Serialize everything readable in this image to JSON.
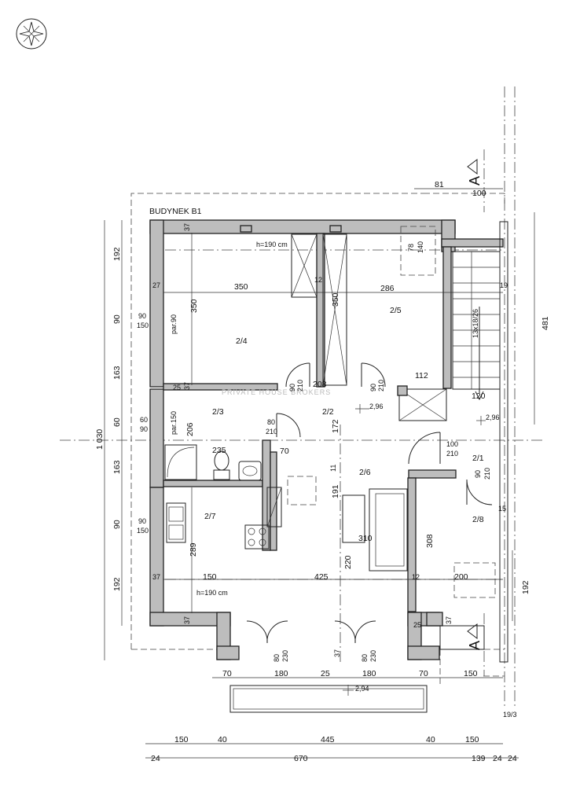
{
  "building_label": "BUDYNEK B1",
  "watermark": "PRIVATE HOUSE BROKERS",
  "section_marker": "A",
  "rooms": [
    {
      "id": "2/4"
    },
    {
      "id": "2/5"
    },
    {
      "id": "2/3"
    },
    {
      "id": "2/2"
    },
    {
      "id": "2/6"
    },
    {
      "id": "2/1"
    },
    {
      "id": "2/7"
    },
    {
      "id": "2/8"
    }
  ],
  "window_height_notes": [
    "h=190 cm",
    "h=190 cm"
  ],
  "sill_notes": [
    "par.90",
    "par.150"
  ],
  "levels": [
    "2,96",
    "2,96",
    "2,94"
  ],
  "stair_note": "13x18/26",
  "door_labels": [
    {
      "w": "90",
      "h": "210"
    },
    {
      "w": "90",
      "h": "210"
    },
    {
      "w": "80",
      "h": "210"
    },
    {
      "w": "100",
      "h": "210"
    },
    {
      "w": "90",
      "h": "210"
    },
    {
      "w": "80",
      "h": "230"
    },
    {
      "w": "80",
      "h": "230"
    }
  ],
  "window_labels": [
    {
      "w": "90",
      "h": "150"
    },
    {
      "w": "60",
      "h": "90"
    },
    {
      "w": "90",
      "h": "150"
    },
    {
      "w": "78",
      "h": "140"
    }
  ],
  "interior_dimensions": [
    "350",
    "286",
    "350",
    "350",
    "112",
    "208",
    "120",
    "235",
    "70",
    "172",
    "11",
    "191",
    "310",
    "289",
    "206",
    "220",
    "425",
    "150",
    "200",
    "308",
    "12",
    "12",
    "19",
    "15",
    "27",
    "37",
    "37",
    "37",
    "37",
    "37",
    "25",
    "25",
    "37"
  ],
  "left_dims": [
    "192",
    "90",
    "163",
    "60",
    "163",
    "90",
    "192"
  ],
  "left_total": "1 030",
  "right_dims": [
    "481",
    "192"
  ],
  "top_dims": [
    "81",
    "100"
  ],
  "bottom_row1": [
    "70",
    "180",
    "25",
    "180",
    "70",
    "150"
  ],
  "bottom_row2": [
    "150",
    "40",
    "445",
    "40",
    "150"
  ],
  "bottom_row3": [
    "24",
    "670",
    "139",
    "24",
    "24"
  ],
  "corner_label": "19/3"
}
